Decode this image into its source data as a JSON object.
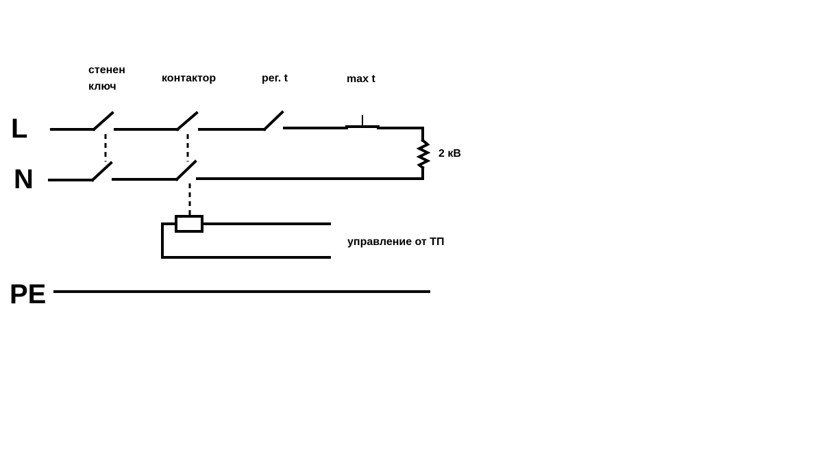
{
  "bus": {
    "line": "L",
    "neutral": "N",
    "earth": "PE"
  },
  "components": {
    "wall_switch_line1": "стенен",
    "wall_switch_line2": "ключ",
    "contactor": "контактор",
    "thermostat": "рег. t",
    "max_thermostat": "max t",
    "heater_rating": "2 кВ",
    "control": "управление от ТП"
  },
  "colors": {
    "ink": "#000000",
    "background": "#ffffff"
  }
}
